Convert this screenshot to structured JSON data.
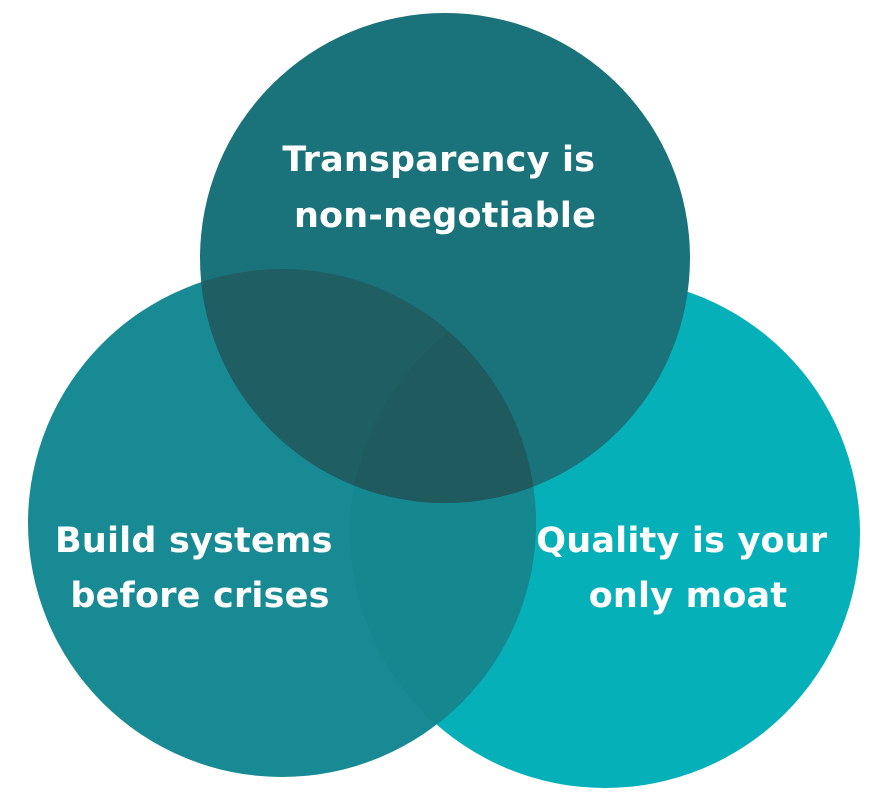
{
  "diagram": {
    "circles": [
      {
        "id": "top",
        "label_lines": [
          "Transparency is",
          "non-negotiable"
        ],
        "color": "#1a737a"
      },
      {
        "id": "left",
        "label_lines": [
          "Build systems",
          "before crises"
        ],
        "color": "#178a93"
      },
      {
        "id": "right",
        "label_lines": [
          "Quality is your",
          "only moat"
        ],
        "color": "#06b0b8"
      }
    ],
    "overlap_colors": {
      "top_left": "#1f5e63",
      "top_right": "#1a737a",
      "left_right": "#14878f",
      "center": "#1f5a5f"
    }
  }
}
